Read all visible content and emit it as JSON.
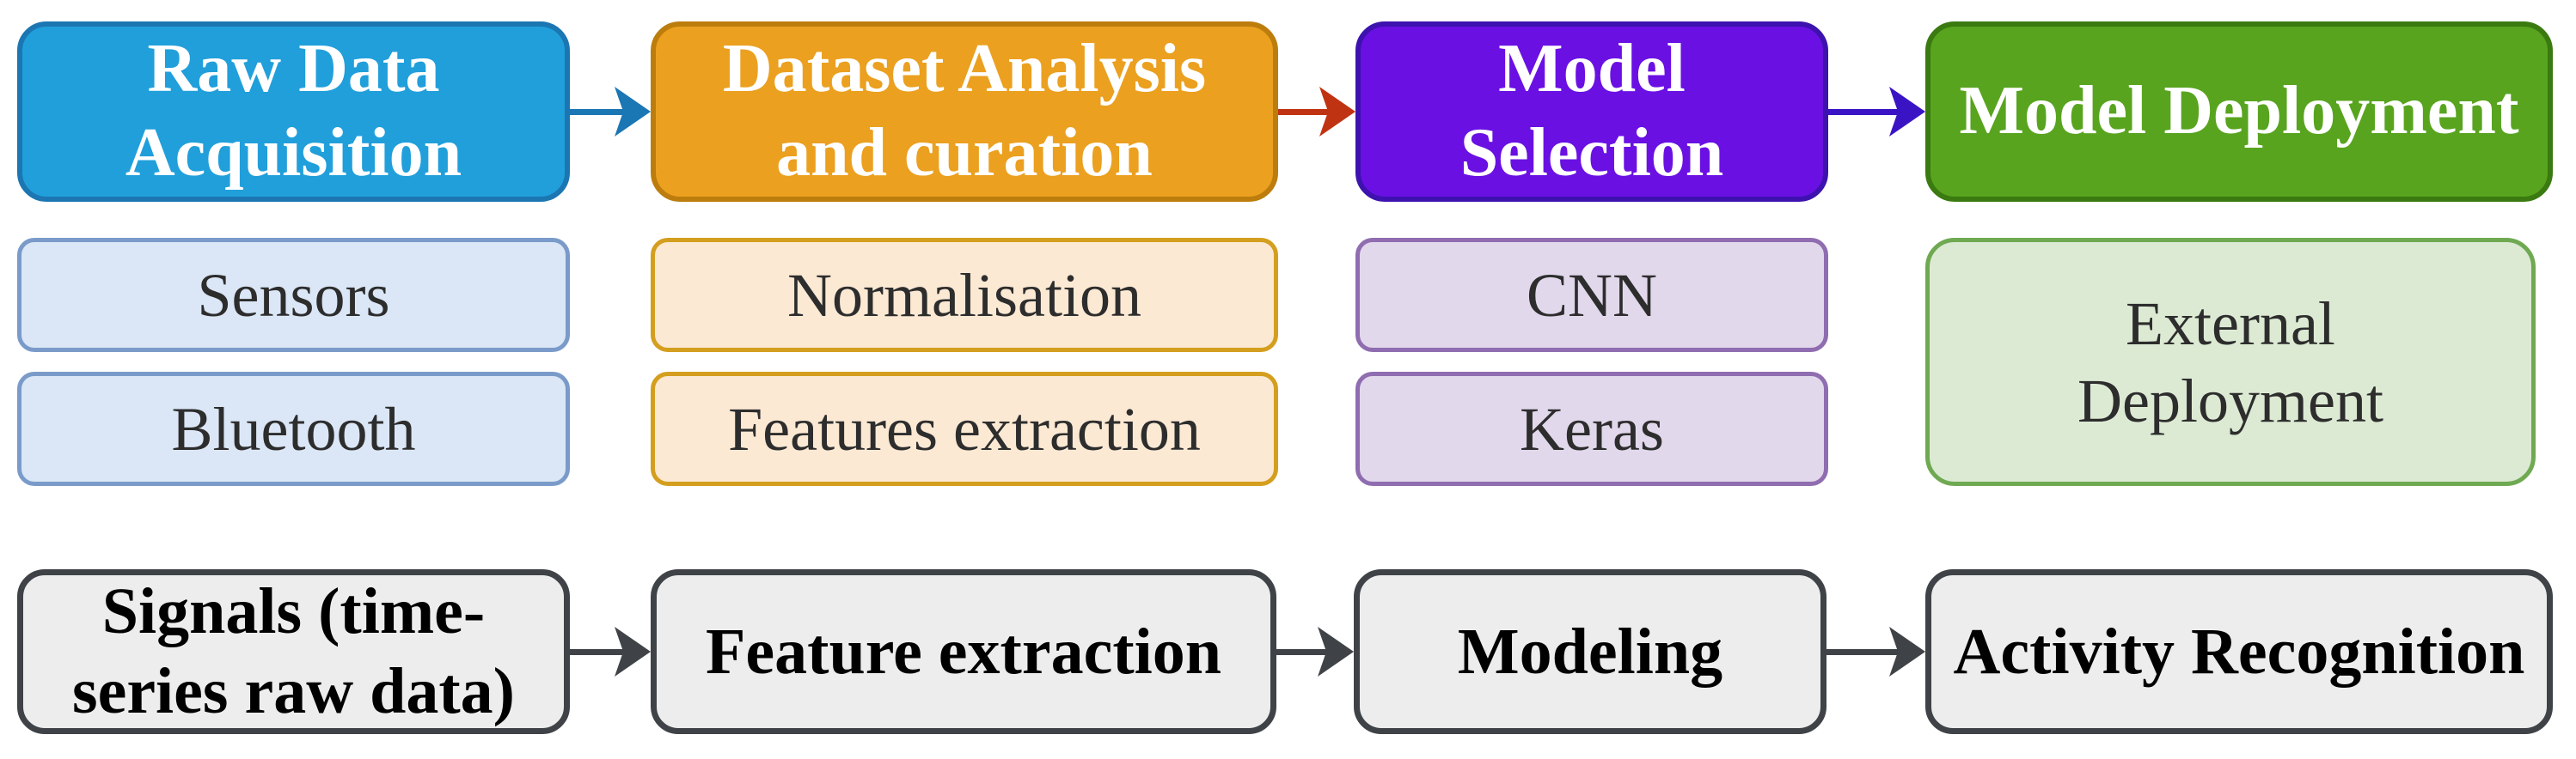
{
  "palette": {
    "background": "#ffffff",
    "stage_text": "#ffffff",
    "sub_text": "#2d2d2d",
    "step_text": "#000000",
    "step_fill": "#ededed",
    "step_border": "#3f4347",
    "bottom_arrow": "#3f4347"
  },
  "top_flow": {
    "stages": [
      {
        "label": "Raw Data\nAcquisition",
        "fill": "#219fdb",
        "border": "#1b76b2",
        "items": [
          {
            "label": "Sensors",
            "fill": "#dbe7f6",
            "border": "#7a9bc9"
          },
          {
            "label": "Bluetooth",
            "fill": "#dbe7f6",
            "border": "#7a9bc9"
          }
        ]
      },
      {
        "label": "Dataset Analysis\nand curation",
        "fill": "#eba020",
        "border": "#bc7d0c",
        "items": [
          {
            "label": "Normalisation",
            "fill": "#fce9d4",
            "border": "#d49e1e"
          },
          {
            "label": "Features extraction",
            "fill": "#fce9d4",
            "border": "#d49e1e"
          }
        ]
      },
      {
        "label": "Model\nSelection",
        "fill": "#6a10e3",
        "border": "#3d12ae",
        "items": [
          {
            "label": "CNN",
            "fill": "#e2d8ec",
            "border": "#8f6db0"
          },
          {
            "label": "Keras",
            "fill": "#e2d8ec",
            "border": "#8f6db0"
          }
        ]
      },
      {
        "label": "Model Deployment",
        "fill": "#58a41f",
        "border": "#3a7a10",
        "items": [
          {
            "label": "External\nDeployment",
            "fill": "#dcead3",
            "border": "#6fa952"
          }
        ]
      }
    ],
    "arrows": [
      {
        "color": "#1b76b4"
      },
      {
        "color": "#c03312"
      },
      {
        "color": "#3a14c4"
      }
    ]
  },
  "bottom_flow": {
    "steps": [
      {
        "label": "Signals (time-\nseries raw data)"
      },
      {
        "label": "Feature extraction"
      },
      {
        "label": "Modeling"
      },
      {
        "label": "Activity Recognition"
      }
    ],
    "arrow_color": "#3f4347"
  }
}
